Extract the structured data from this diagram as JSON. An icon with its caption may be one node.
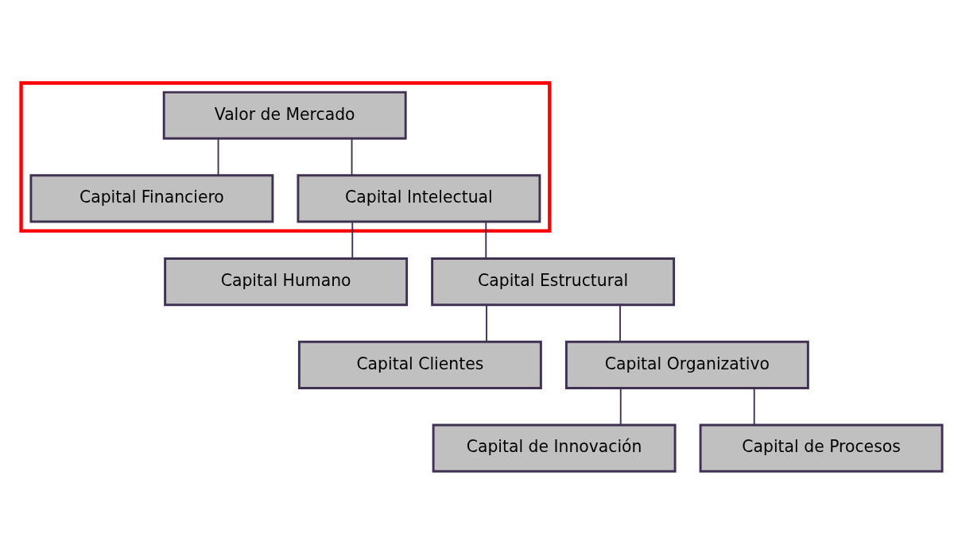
{
  "diagram": {
    "nodes": [
      {
        "text": [],
        "shape": "box"
      },
      {
        "text": [
          "Valor de Mercado"
        ],
        "in": 0
      },
      {
        "text": [
          "Capital Financiero"
        ],
        "in": 0
      },
      {
        "text": [
          "Capital Intelectual"
        ],
        "in": 0
      },
      {
        "text": [
          "Capital Humano"
        ]
      },
      {
        "text": [
          "Capital Estructural"
        ]
      },
      {
        "text": [
          "Capital Clientes"
        ]
      },
      {
        "text": [
          "Capital Organizativo"
        ]
      },
      {
        "text": [
          "Capital de Innovación"
        ]
      },
      {
        "text": [
          "Capital de Procesos"
        ]
      }
    ],
    "edges": [
      {
        "from": 1,
        "to": 2,
        "arrow": "none"
      },
      {
        "from": 1,
        "to": 3,
        "arrow": "none"
      },
      {
        "from": 3,
        "to": 4,
        "arrow": "none"
      },
      {
        "from": 3,
        "to": 5,
        "arrow": "none"
      },
      {
        "from": 5,
        "to": 6,
        "arrow": "none"
      },
      {
        "from": 5,
        "to": 7,
        "arrow": "none"
      },
      {
        "from": 7,
        "to": 8,
        "arrow": "none"
      },
      {
        "from": 7,
        "to": 9,
        "arrow": "none"
      }
    ]
  }
}
